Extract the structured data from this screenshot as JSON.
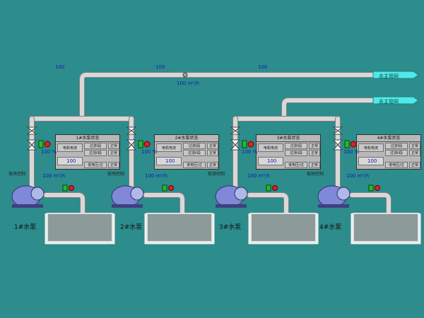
{
  "top_flow": {
    "left_value": "100",
    "mid_value": "100",
    "right_value": "100",
    "center_reading": "100 m³/h"
  },
  "outlets": [
    {
      "label": "去主管网"
    },
    {
      "label": "去主管网"
    }
  ],
  "units": [
    {
      "pump_name": "1#水泵",
      "site_control": "现场控制",
      "valve_percent": "100 %",
      "flow_reading": "100 m³/h",
      "panel": {
        "title": "1#水泵状态",
        "row1_label": "电机电流",
        "fault1": "过流I段",
        "fault2": "过流II段",
        "status1": "正常",
        "status2": "正常",
        "voltage_label": "低电压/过PTR",
        "status3": "正常",
        "current_value": "100"
      }
    },
    {
      "pump_name": "2#水泵",
      "site_control": "现场控制",
      "valve_percent": "100 %",
      "flow_reading": "100 m³/h",
      "panel": {
        "title": "2#水泵状态",
        "row1_label": "电机电流",
        "fault1": "过流I段",
        "fault2": "过流II段",
        "status1": "正常",
        "status2": "正常",
        "voltage_label": "低电压/过PTR",
        "status3": "正常",
        "current_value": "100"
      }
    },
    {
      "pump_name": "3#水泵",
      "site_control": "现场控制",
      "valve_percent": "100 %",
      "flow_reading": "100 m³/h",
      "panel": {
        "title": "3#水泵状态",
        "row1_label": "电机电流",
        "fault1": "过流I段",
        "fault2": "过流II段",
        "status1": "正常",
        "status2": "正常",
        "voltage_label": "低电压/过PTR",
        "status3": "正常",
        "current_value": "100"
      }
    },
    {
      "pump_name": "4#水泵",
      "site_control": "现场控制",
      "valve_percent": "100 %",
      "flow_reading": "100 m³/h",
      "panel": {
        "title": "4#水泵状态",
        "row1_label": "电机电流",
        "fault1": "过流I段",
        "fault2": "过流II段",
        "status1": "正常",
        "status2": "正常",
        "voltage_label": "低电压/过PTR",
        "status3": "正常",
        "current_value": "100"
      }
    }
  ],
  "colors": {
    "background": "#2d8c8c",
    "pipe": "#d8d8d8",
    "outlet_arrow": "#50e8e8",
    "valve_on": "#20c020",
    "alarm": "#e02020",
    "tank_water": "#8c9a9a",
    "pump": "#8088d8",
    "value_text": "#1020b0"
  }
}
